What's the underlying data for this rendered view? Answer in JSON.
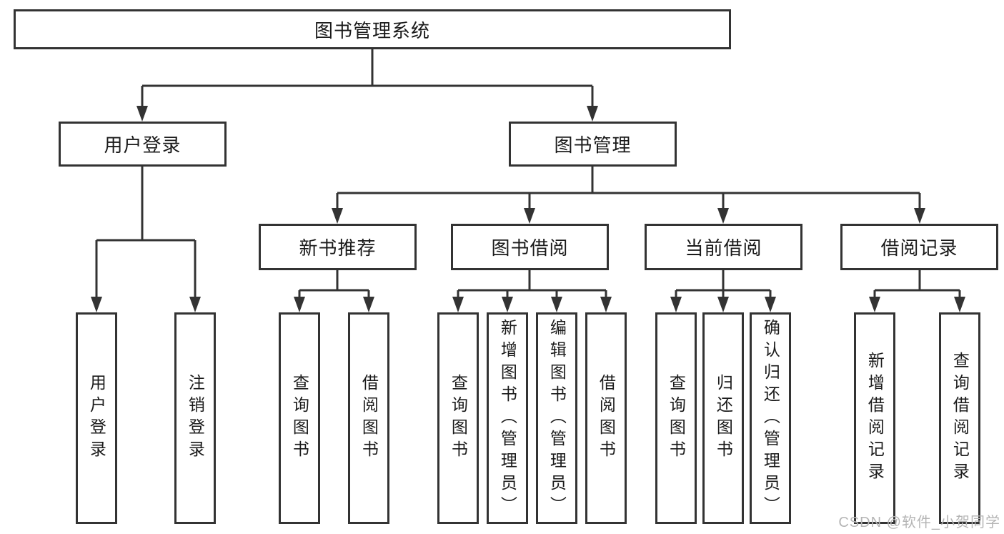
{
  "root": {
    "label": "图书管理系统"
  },
  "nodes": {
    "user_login": {
      "label": "用户登录",
      "children": [
        "用户登录",
        "注销登录"
      ]
    },
    "book_mgmt": {
      "label": "图书管理"
    },
    "new_books": {
      "label": "新书推荐",
      "children": [
        "查询图书",
        "借阅图书"
      ]
    },
    "book_borrow": {
      "label": "图书借阅",
      "children": [
        "查询图书",
        "新增图书（管理员）",
        "编辑图书（管理员）",
        "借阅图书"
      ]
    },
    "current_borrow": {
      "label": "当前借阅",
      "children": [
        "查询图书",
        "归还图书",
        "确认归还（管理员）"
      ]
    },
    "borrow_records": {
      "label": "借阅记录",
      "children": [
        "新增借阅记录",
        "查询借阅记录"
      ]
    }
  },
  "watermark": {
    "text": "CSDN @软件_小贺同学"
  },
  "colors": {
    "line": "#333333",
    "text": "#1a1a1a",
    "background": "#ffffff",
    "watermark": "#b5b5b5"
  }
}
